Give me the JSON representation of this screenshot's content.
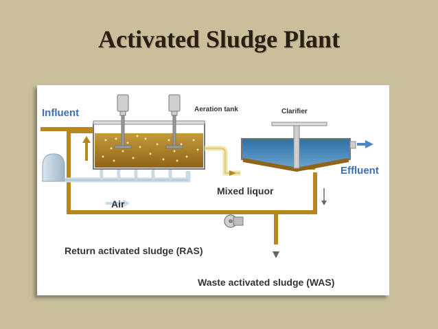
{
  "title": "Activated Sludge Plant",
  "labels": {
    "influent": "Influent",
    "aeration_tank": "Aeration tank",
    "clarifier": "Clarifier",
    "effluent": "Effluent",
    "mixed_liquor": "Mixed liquor",
    "air": "Air",
    "ras": "Return activated sludge (RAS)",
    "was": "Waste activated sludge (WAS)"
  },
  "colors": {
    "background": "#c9bf9b",
    "sludge": "#a67a1f",
    "pipe": "#b8861f",
    "air_pipe": "#c9dce6",
    "water": "#3d80b8",
    "label_blue": "#3b6fb3"
  }
}
